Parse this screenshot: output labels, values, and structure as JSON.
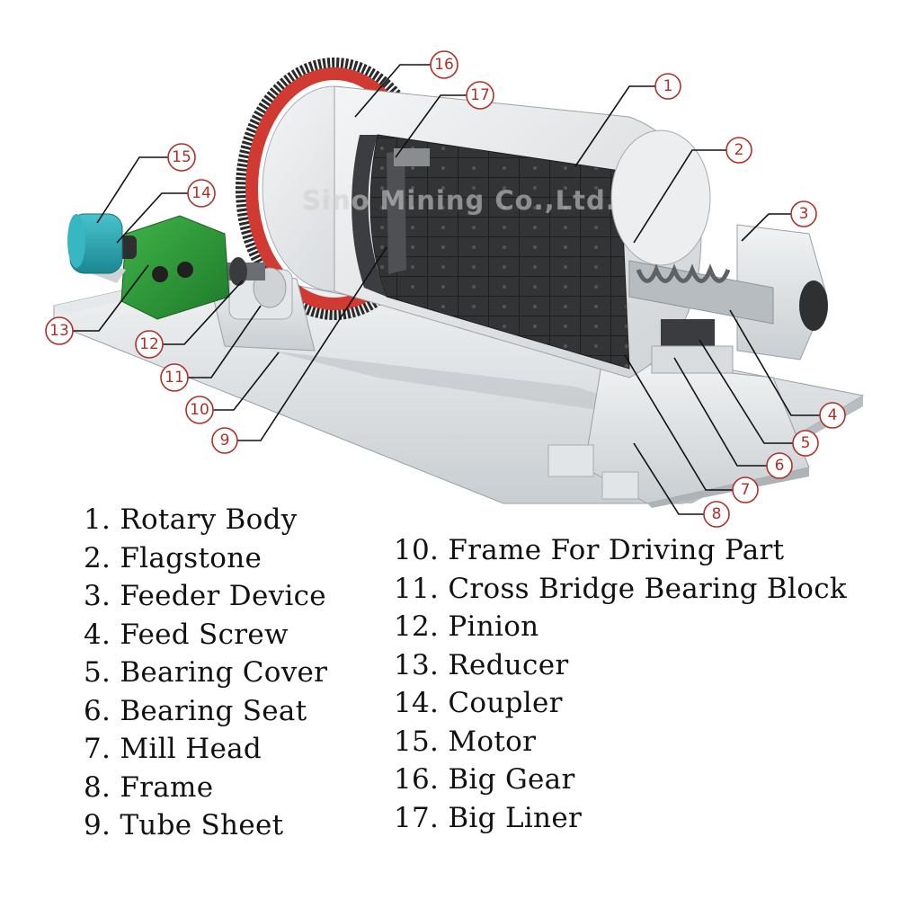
{
  "watermark": "Sino Mining Co.,Ltd.",
  "colors": {
    "callout": "#b03028",
    "motor": "#2ba7b3",
    "reducer": "#2f9a38",
    "gear_ring": "#d03a33",
    "steel": "#d7dbde",
    "liner": "#3a3b3d"
  },
  "callouts": [
    "1",
    "2",
    "3",
    "4",
    "5",
    "6",
    "7",
    "8",
    "9",
    "10",
    "11",
    "12",
    "13",
    "14",
    "15",
    "16",
    "17"
  ],
  "legend": {
    "left": [
      "1. Rotary Body",
      "2. Flagstone",
      "3. Feeder Device",
      "4. Feed Screw",
      "5. Bearing Cover",
      "6. Bearing Seat",
      "7. Mill Head",
      "8. Frame",
      "9. Tube Sheet"
    ],
    "right": [
      "10. Frame For Driving Part",
      "11. Cross Bridge Bearing Block",
      "12. Pinion",
      "13. Reducer",
      "14. Coupler",
      "15. Motor",
      "16. Big Gear",
      "17. Big Liner"
    ]
  }
}
